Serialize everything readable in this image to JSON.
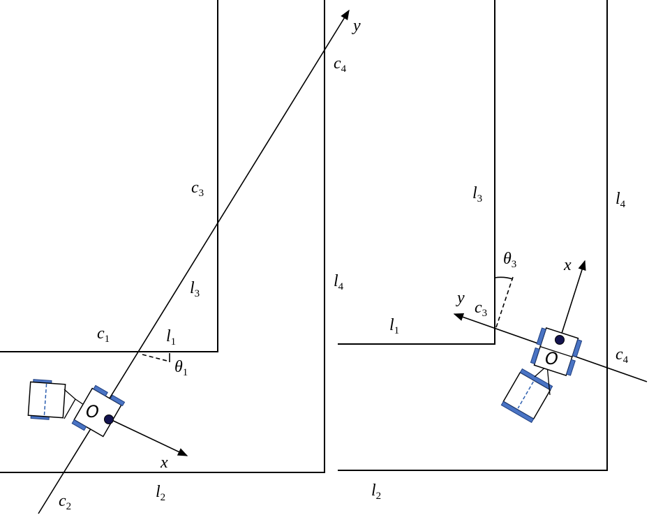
{
  "left_panel": {
    "labels": {
      "y_axis": "y",
      "x_axis": "x",
      "origin": "O",
      "c1": [
        "c",
        "1"
      ],
      "c2": [
        "c",
        "2"
      ],
      "c3": [
        "c",
        "3"
      ],
      "c4": [
        "c",
        "4"
      ],
      "l1": [
        "l",
        "1"
      ],
      "l2": [
        "l",
        "2"
      ],
      "l3": [
        "l",
        "3"
      ],
      "l4": [
        "l",
        "4"
      ],
      "theta": [
        "θ",
        "1"
      ]
    }
  },
  "right_panel": {
    "labels": {
      "y_axis": "y",
      "x_axis": "x",
      "origin": "O",
      "c3": [
        "c",
        "3"
      ],
      "c4": [
        "c",
        "4"
      ],
      "l1": [
        "l",
        "1"
      ],
      "l2": [
        "l",
        "2"
      ],
      "l3": [
        "l",
        "3"
      ],
      "l4": [
        "l",
        "4"
      ],
      "theta": [
        "θ",
        "3"
      ]
    }
  }
}
